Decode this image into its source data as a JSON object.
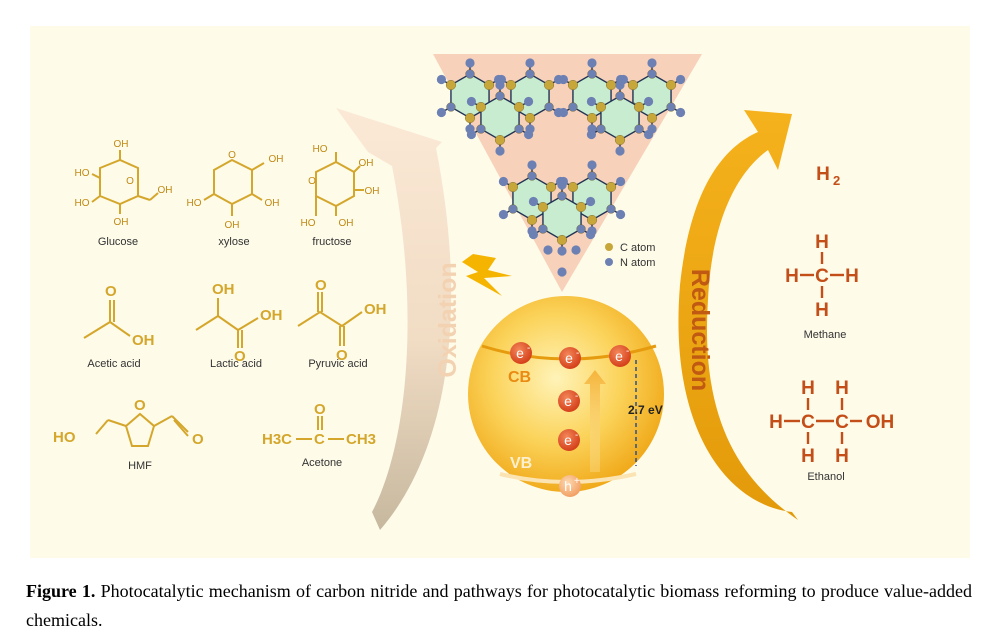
{
  "figure": {
    "labels": {
      "oxidation": "Oxidation",
      "reduction": "Reduction",
      "cb": "CB",
      "vb": "VB",
      "band_gap": "2.7 eV",
      "electron": "e",
      "electron_sup": "-",
      "hole": "h",
      "hole_sup": "+",
      "c_atom": "C atom",
      "n_atom": "N atom"
    },
    "oxidation_substrates": [
      "Glucose",
      "xylose",
      "fructose",
      "Acetic acid",
      "Lactic acid",
      "Pyruvic acid",
      "HMF",
      "Acetone"
    ],
    "reduction_products": [
      "H2",
      "Methane",
      "Ethanol"
    ],
    "atoms": {
      "OH": "OH",
      "HO": "HO",
      "O": "O",
      "H": "H",
      "C": "C",
      "H3C": "H3C",
      "CH3": "CH3",
      "H2": "H",
      "H2_sub": "2"
    },
    "colors": {
      "panel": "#fefbe9",
      "carbon": "#c7a63a",
      "nitrogen": "#6d80b3",
      "ring": "#c8ecd0",
      "triangle": "#f6ccb4",
      "sphere": "#f4b924",
      "electron": "#e2521d",
      "product": "#c44e18",
      "substrate": "#d4a72c",
      "arrow_reduction": "#eca10b",
      "arrow_oxidation": "#f4dcc0"
    }
  },
  "caption": {
    "label": "Figure 1.",
    "text": "Photocatalytic mechanism of carbon nitride and pathways for photocatalytic biomass reforming to produce value-added chemicals."
  }
}
